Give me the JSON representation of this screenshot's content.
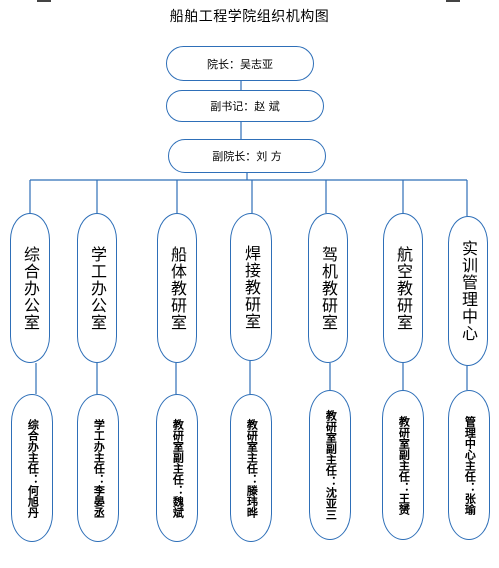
{
  "title": "船舶工程学院组织机构图",
  "head": [
    {
      "label": "院长：吴志亚"
    },
    {
      "label": "副书记：赵  斌"
    },
    {
      "label": "副院长：刘  方"
    }
  ],
  "departments": [
    {
      "name": "综合办公室",
      "lead": "综合办主任：何旭丹"
    },
    {
      "name": "学工办公室",
      "lead": "学工办主任：李晏丞"
    },
    {
      "name": "船体教研室",
      "lead": "教研室副主任：魏斌"
    },
    {
      "name": "焊接教研室",
      "lead": "教研室主任：滕玮晔"
    },
    {
      "name": "驾机教研室",
      "lead": "教研室副主任：沈亚三"
    },
    {
      "name": "航空教研室",
      "lead": "教研室副主任：王赟"
    },
    {
      "name": "实训管理中心",
      "lead": "管理中心主任：张瑜"
    }
  ],
  "colors": {
    "border": "#2e6fb8",
    "connector": "#2e6fb8"
  }
}
